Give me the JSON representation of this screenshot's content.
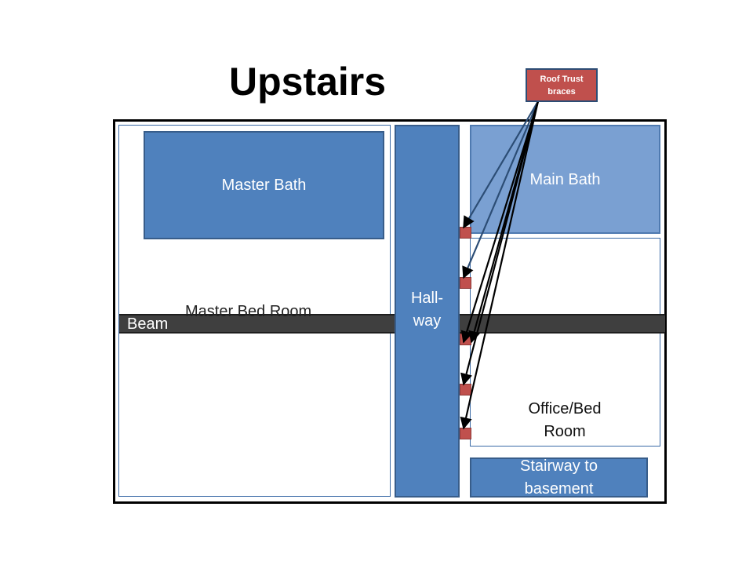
{
  "title": "Upstairs",
  "rooms": {
    "master_bath": "Master Bath",
    "master_bedroom": "Master Bed Room",
    "hallway": "Hall-\nway",
    "main_bath": "Main Bath",
    "office": "Office/Bed\nRoom",
    "stairway": "Stairway to\nbasement"
  },
  "beam_label": "Beam",
  "callout_label": "Roof Trust\nbraces",
  "colors": {
    "room_blue": "#4f81bd",
    "main_bath": "#7aa0d2",
    "beam": "#3f3f3f",
    "brace": "#c0504d"
  }
}
